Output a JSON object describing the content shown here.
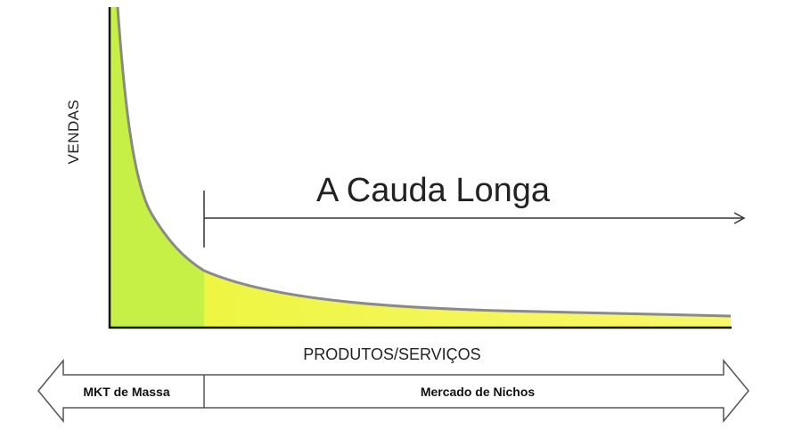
{
  "axes": {
    "y_label": "VENDAS",
    "x_label": "PRODUTOS/SERVIÇOS"
  },
  "headline": "A Cauda Longa",
  "bottom_arrow": {
    "left_label": "MKT de Massa",
    "right_label": "Mercado de Nichos"
  },
  "colors": {
    "head_fill": "#c6f045",
    "tail_fill": "#f6f74a",
    "curve": "#8a8a8a",
    "axis": "#111111"
  }
}
